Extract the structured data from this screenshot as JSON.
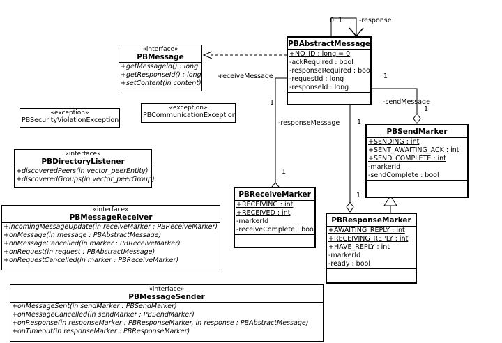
{
  "classes": {
    "abstract_message": {
      "name": "PBAbstractMessage",
      "attributes": [
        "+NO_ID : long = 0",
        "-ackRequired : bool",
        "-responseRequired : bool",
        "-requestId : long",
        "-responseId : long"
      ]
    },
    "message": {
      "stereotype": "«interface»",
      "name": "PBMessage",
      "operations": [
        "+getMessageId() : long",
        "+getResponseId() : long",
        "+setContent(in content)"
      ]
    },
    "security_exception": {
      "stereotype": "«exception»",
      "name": "PBSecurityViolationException"
    },
    "communication_exception": {
      "stereotype": "«exception»",
      "name": "PBCommunicationException"
    },
    "directory_listener": {
      "stereotype": "«interface»",
      "name": "PBDirectoryListener",
      "operations": [
        "+discoveredPeers(in vector_peerEntity)",
        "+discoveredGroups(in vector_peerGroup)"
      ]
    },
    "send_marker": {
      "name": "PBSendMarker",
      "static_attributes": [
        "+SENDING : int",
        "+SENT_AWAITING_ACK : int",
        "+SEND_COMPLETE : int"
      ],
      "attributes": [
        "-markerId",
        "-sendComplete : bool"
      ]
    },
    "receive_marker": {
      "name": "PBReceiveMarker",
      "static_attributes": [
        "+RECEIVING : int",
        "+RECEIVED : int"
      ],
      "attributes": [
        "-markerId",
        "-receiveComplete : bool"
      ]
    },
    "response_marker": {
      "name": "PBResponseMarker",
      "static_attributes": [
        "+AWAITING_REPLY : int",
        "+RECEIVING_REPLY : int",
        "+HAVE_REPLY : int"
      ],
      "attributes": [
        "-markerId",
        "-ready : bool"
      ]
    },
    "message_receiver": {
      "stereotype": "«interface»",
      "name": "PBMessageReceiver",
      "operations": [
        "+incomingMessageUpdate(in receiveMarker : PBReceiveMarker)",
        "+onMessage(in message : PBAbstractMessage)",
        "+onMessageCancelled(in marker : PBReceiveMarker)",
        "+onRequest(in request : PBAbstractMessage)",
        "+onRequestCancelled(in marker : PBReceiveMarker)"
      ]
    },
    "message_sender": {
      "stereotype": "«interface»",
      "name": "PBMessageSender",
      "operations": [
        "+onMessageSent(in sendMarker : PBSendMarker)",
        "+onMessageCancelled(in sendMarker : PBSendMarker)",
        "+onResponse(in responseMarker : PBResponseMarker, in response : PBAbstractMessage)",
        "+onTimeout(in responseMarker : PBResponseMarker)"
      ]
    }
  },
  "associations": {
    "self_multiplicity": "0..1",
    "self_role": "-response",
    "receive_role": "-receiveMessage",
    "receive_mult_top": "1",
    "receive_mult_bottom": "1",
    "response_msg_role": "-responseMessage",
    "response_mult_top": "1",
    "response_mult_bottom": "1",
    "send_role": "-sendMessage",
    "send_mult_top": "1",
    "send_mult_bottom": "1"
  }
}
